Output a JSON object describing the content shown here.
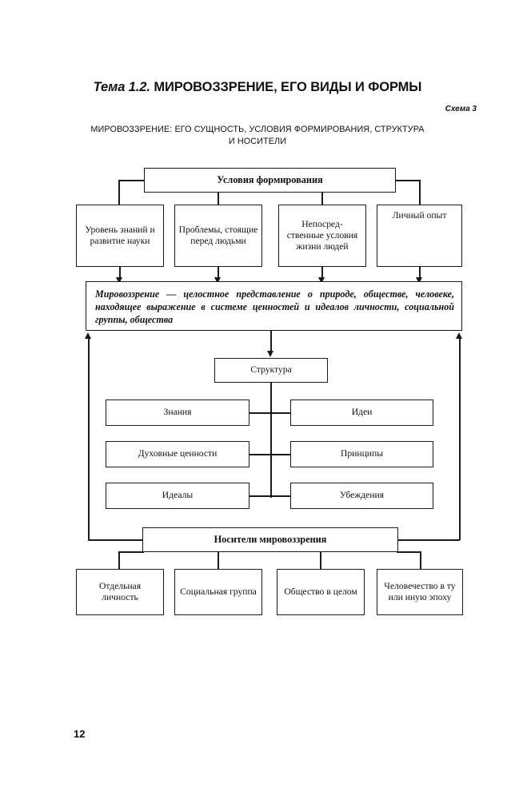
{
  "header": {
    "topic_label": "Тема 1.2.",
    "title": "МИРОВОЗЗРЕНИЕ, ЕГО ВИДЫ И ФОРМЫ",
    "scheme_label": "Схема 3",
    "subtitle": "МИРОВОЗЗРЕНИЕ: ЕГО СУЩНОСТЬ, УСЛОВИЯ ФОРМИРОВАНИЯ, СТРУКТУРА И НОСИТЕЛИ"
  },
  "diagram": {
    "conditions": {
      "heading": "Условия формирования",
      "items": [
        "Уровень знаний и развитие науки",
        "Проблемы, стоящие перед людьми",
        "Непосред-ственные условия жизни людей",
        "Личный опыт"
      ]
    },
    "definition": {
      "term": "Мировоззрение",
      "dash": "—",
      "text": "целостное представление о природе, обществе, человеке, находящее выражение в системе ценностей и идеалов личности, социальной группы, общества"
    },
    "structure": {
      "heading": "Структура",
      "left_items": [
        "Знания",
        "Духовные ценности",
        "Идеалы"
      ],
      "right_items": [
        "Идеи",
        "Принципы",
        "Убеждения"
      ]
    },
    "bearers": {
      "heading": "Носители мировоззрения",
      "items": [
        "Отдельная личность",
        "Социальная группа",
        "Общество в целом",
        "Человечество в ту или иную эпоху"
      ]
    }
  },
  "footer": {
    "page_number": "12"
  },
  "colors": {
    "ink": "#1a1a1a",
    "paper": "#ffffff"
  }
}
